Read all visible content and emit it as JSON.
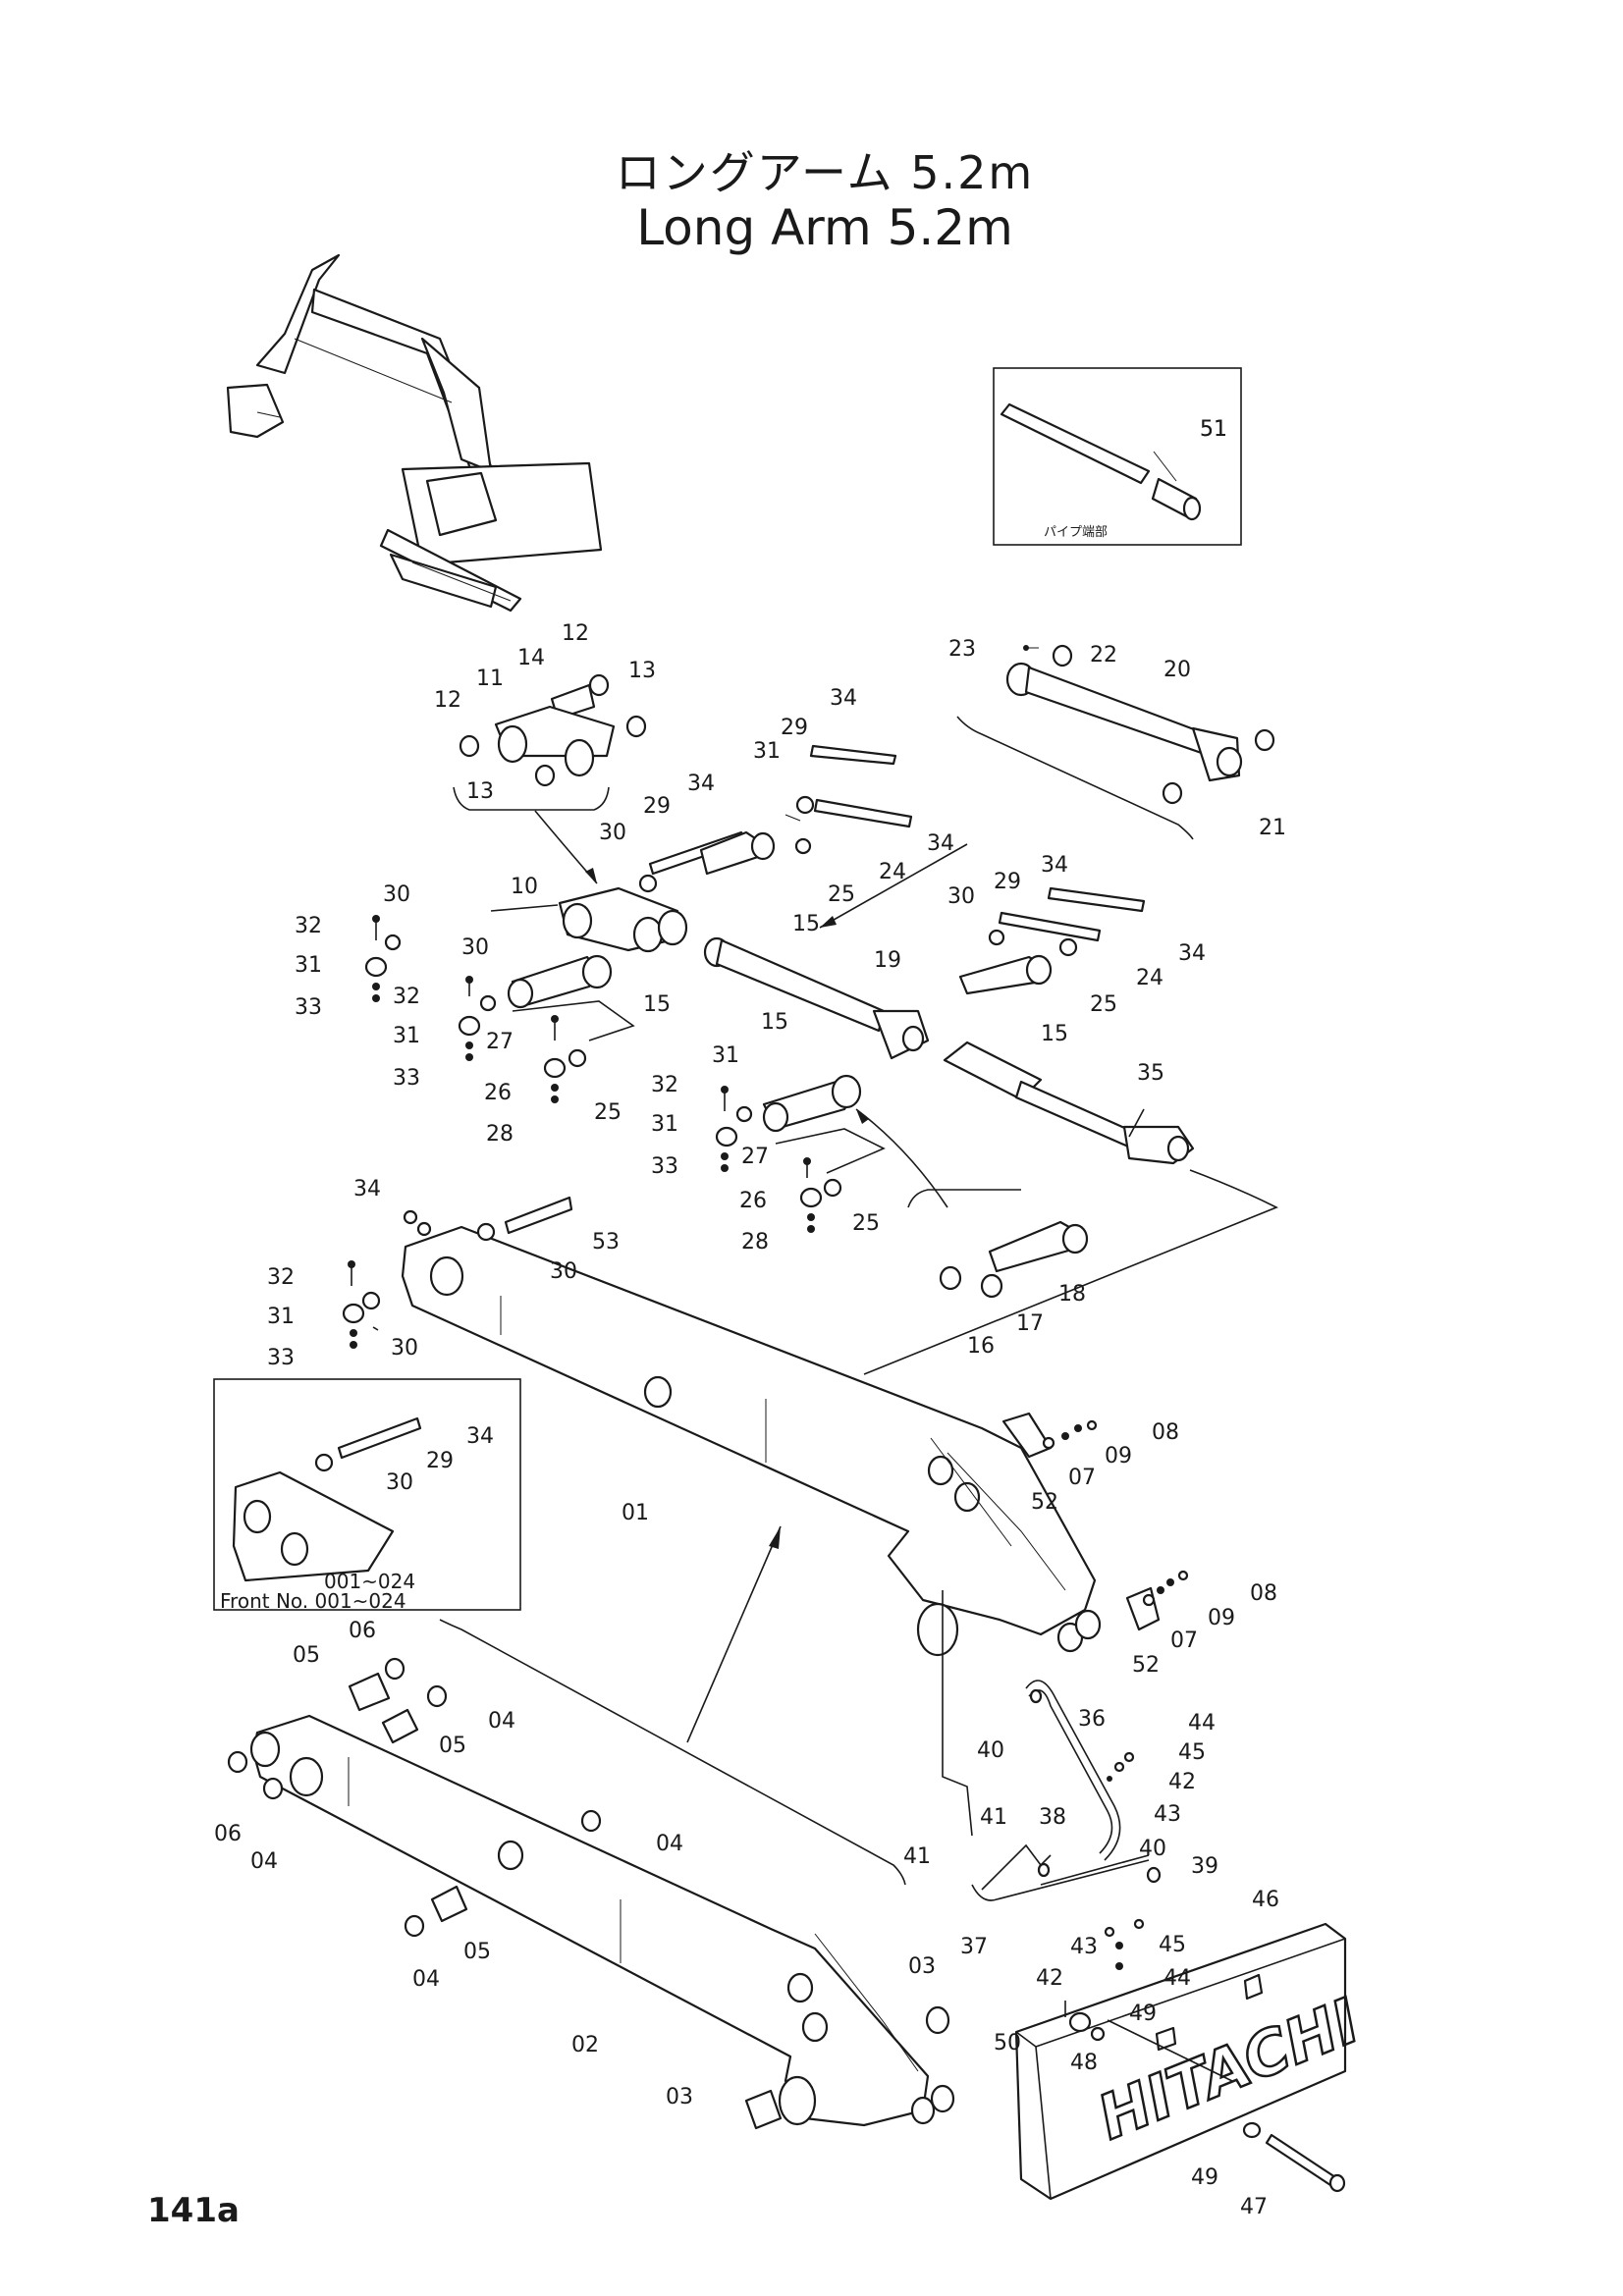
{
  "title": {
    "japanese": "ロングアーム 5.2m",
    "english": "Long Arm 5.2m"
  },
  "page_number": "141a",
  "inset_pipe_end": {
    "caption": "パイプ端部",
    "part": "51"
  },
  "inset_front": {
    "range": "001~024",
    "label": "Front No. 001~024"
  },
  "counterweight_logo": "HITACHI",
  "parts": {
    "p01": "01",
    "p02": "02",
    "p03": "03",
    "p04": "04",
    "p05": "05",
    "p06": "06",
    "p07": "07",
    "p08": "08",
    "p09": "09",
    "p10": "10",
    "p11": "11",
    "p12": "12",
    "p13": "13",
    "p14": "14",
    "p15": "15",
    "p16": "16",
    "p17": "17",
    "p18": "18",
    "p19": "19",
    "p20": "20",
    "p21": "21",
    "p22": "22",
    "p23": "23",
    "p24": "24",
    "p25": "25",
    "p26": "26",
    "p27": "27",
    "p28": "28",
    "p29": "29",
    "p30": "30",
    "p31": "31",
    "p32": "32",
    "p33": "33",
    "p34": "34",
    "p35": "35",
    "p36": "36",
    "p37": "37",
    "p38": "38",
    "p39": "39",
    "p40": "40",
    "p41": "41",
    "p42": "42",
    "p43": "43",
    "p44": "44",
    "p45": "45",
    "p46": "46",
    "p47": "47",
    "p48": "48",
    "p49": "49",
    "p50": "50",
    "p51": "51",
    "p52": "52",
    "p53": "53"
  }
}
